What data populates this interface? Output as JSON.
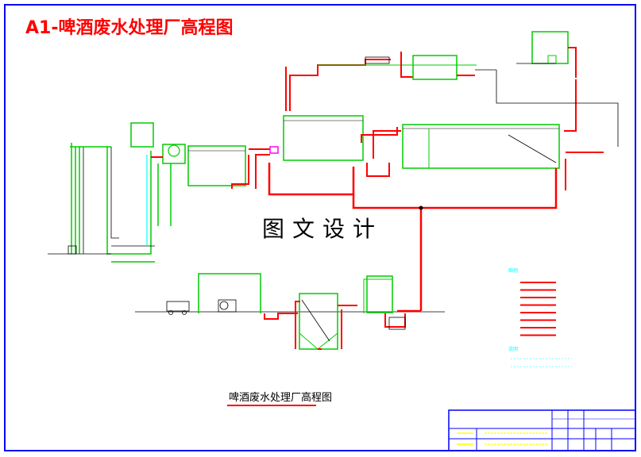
{
  "drawing": {
    "title": "A1-啤酒废水处理厂高程图",
    "center_text": "图文设计",
    "subtitle": "啤酒废水处理厂高程图"
  },
  "legend": {
    "header": "图例",
    "items": [
      "",
      "",
      "",
      "",
      "",
      "",
      "",
      ""
    ],
    "notes_header": "说明",
    "notes": [
      "",
      ""
    ]
  },
  "colors": {
    "border": "#0000ff",
    "pipe": "#ff0000",
    "tank": "#00cc00",
    "line": "#000000",
    "accent": "#00ffff",
    "label": "#ffff00",
    "title": "#ff0000"
  }
}
